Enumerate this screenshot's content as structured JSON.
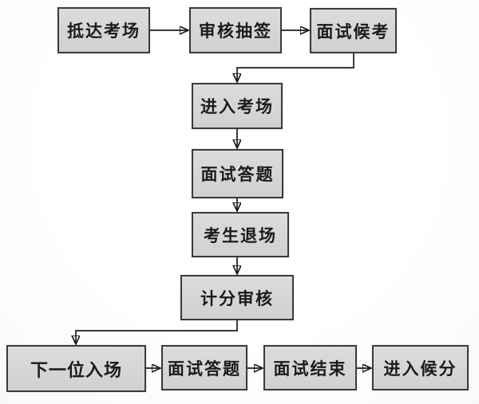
{
  "style": {
    "background": "#fbfaf9",
    "box_fill": "#d8d7d6",
    "box_border": "#3b3b3b",
    "line_color": "#1c1c1c",
    "text_color": "#1b1b1b"
  },
  "flowchart": {
    "type": "flowchart",
    "nodes": [
      {
        "id": "n1",
        "label": "抵达考场"
      },
      {
        "id": "n2",
        "label": "审核抽签"
      },
      {
        "id": "n3",
        "label": "面试候考"
      },
      {
        "id": "n4",
        "label": "进入考场"
      },
      {
        "id": "n5",
        "label": "面试答题"
      },
      {
        "id": "n6",
        "label": "考生退场"
      },
      {
        "id": "n7",
        "label": "计分审核"
      },
      {
        "id": "n8",
        "label": "下一位入场"
      },
      {
        "id": "n9",
        "label": "面试答题"
      },
      {
        "id": "n10",
        "label": "面试结束"
      },
      {
        "id": "n11",
        "label": "进入候分"
      }
    ],
    "edges": [
      {
        "from": "抵达考场",
        "to": "审核抽签"
      },
      {
        "from": "审核抽签",
        "to": "面试候考"
      },
      {
        "from": "面试候考",
        "to": "进入考场"
      },
      {
        "from": "进入考场",
        "to": "面试答题"
      },
      {
        "from": "面试答题",
        "to": "考生退场"
      },
      {
        "from": "考生退场",
        "to": "计分审核"
      },
      {
        "from": "计分审核",
        "to": "下一位入场"
      },
      {
        "from": "下一位入场",
        "to": "面试答题"
      },
      {
        "from": "面试答题",
        "to": "面试结束"
      },
      {
        "from": "面试结束",
        "to": "进入候分"
      }
    ]
  }
}
